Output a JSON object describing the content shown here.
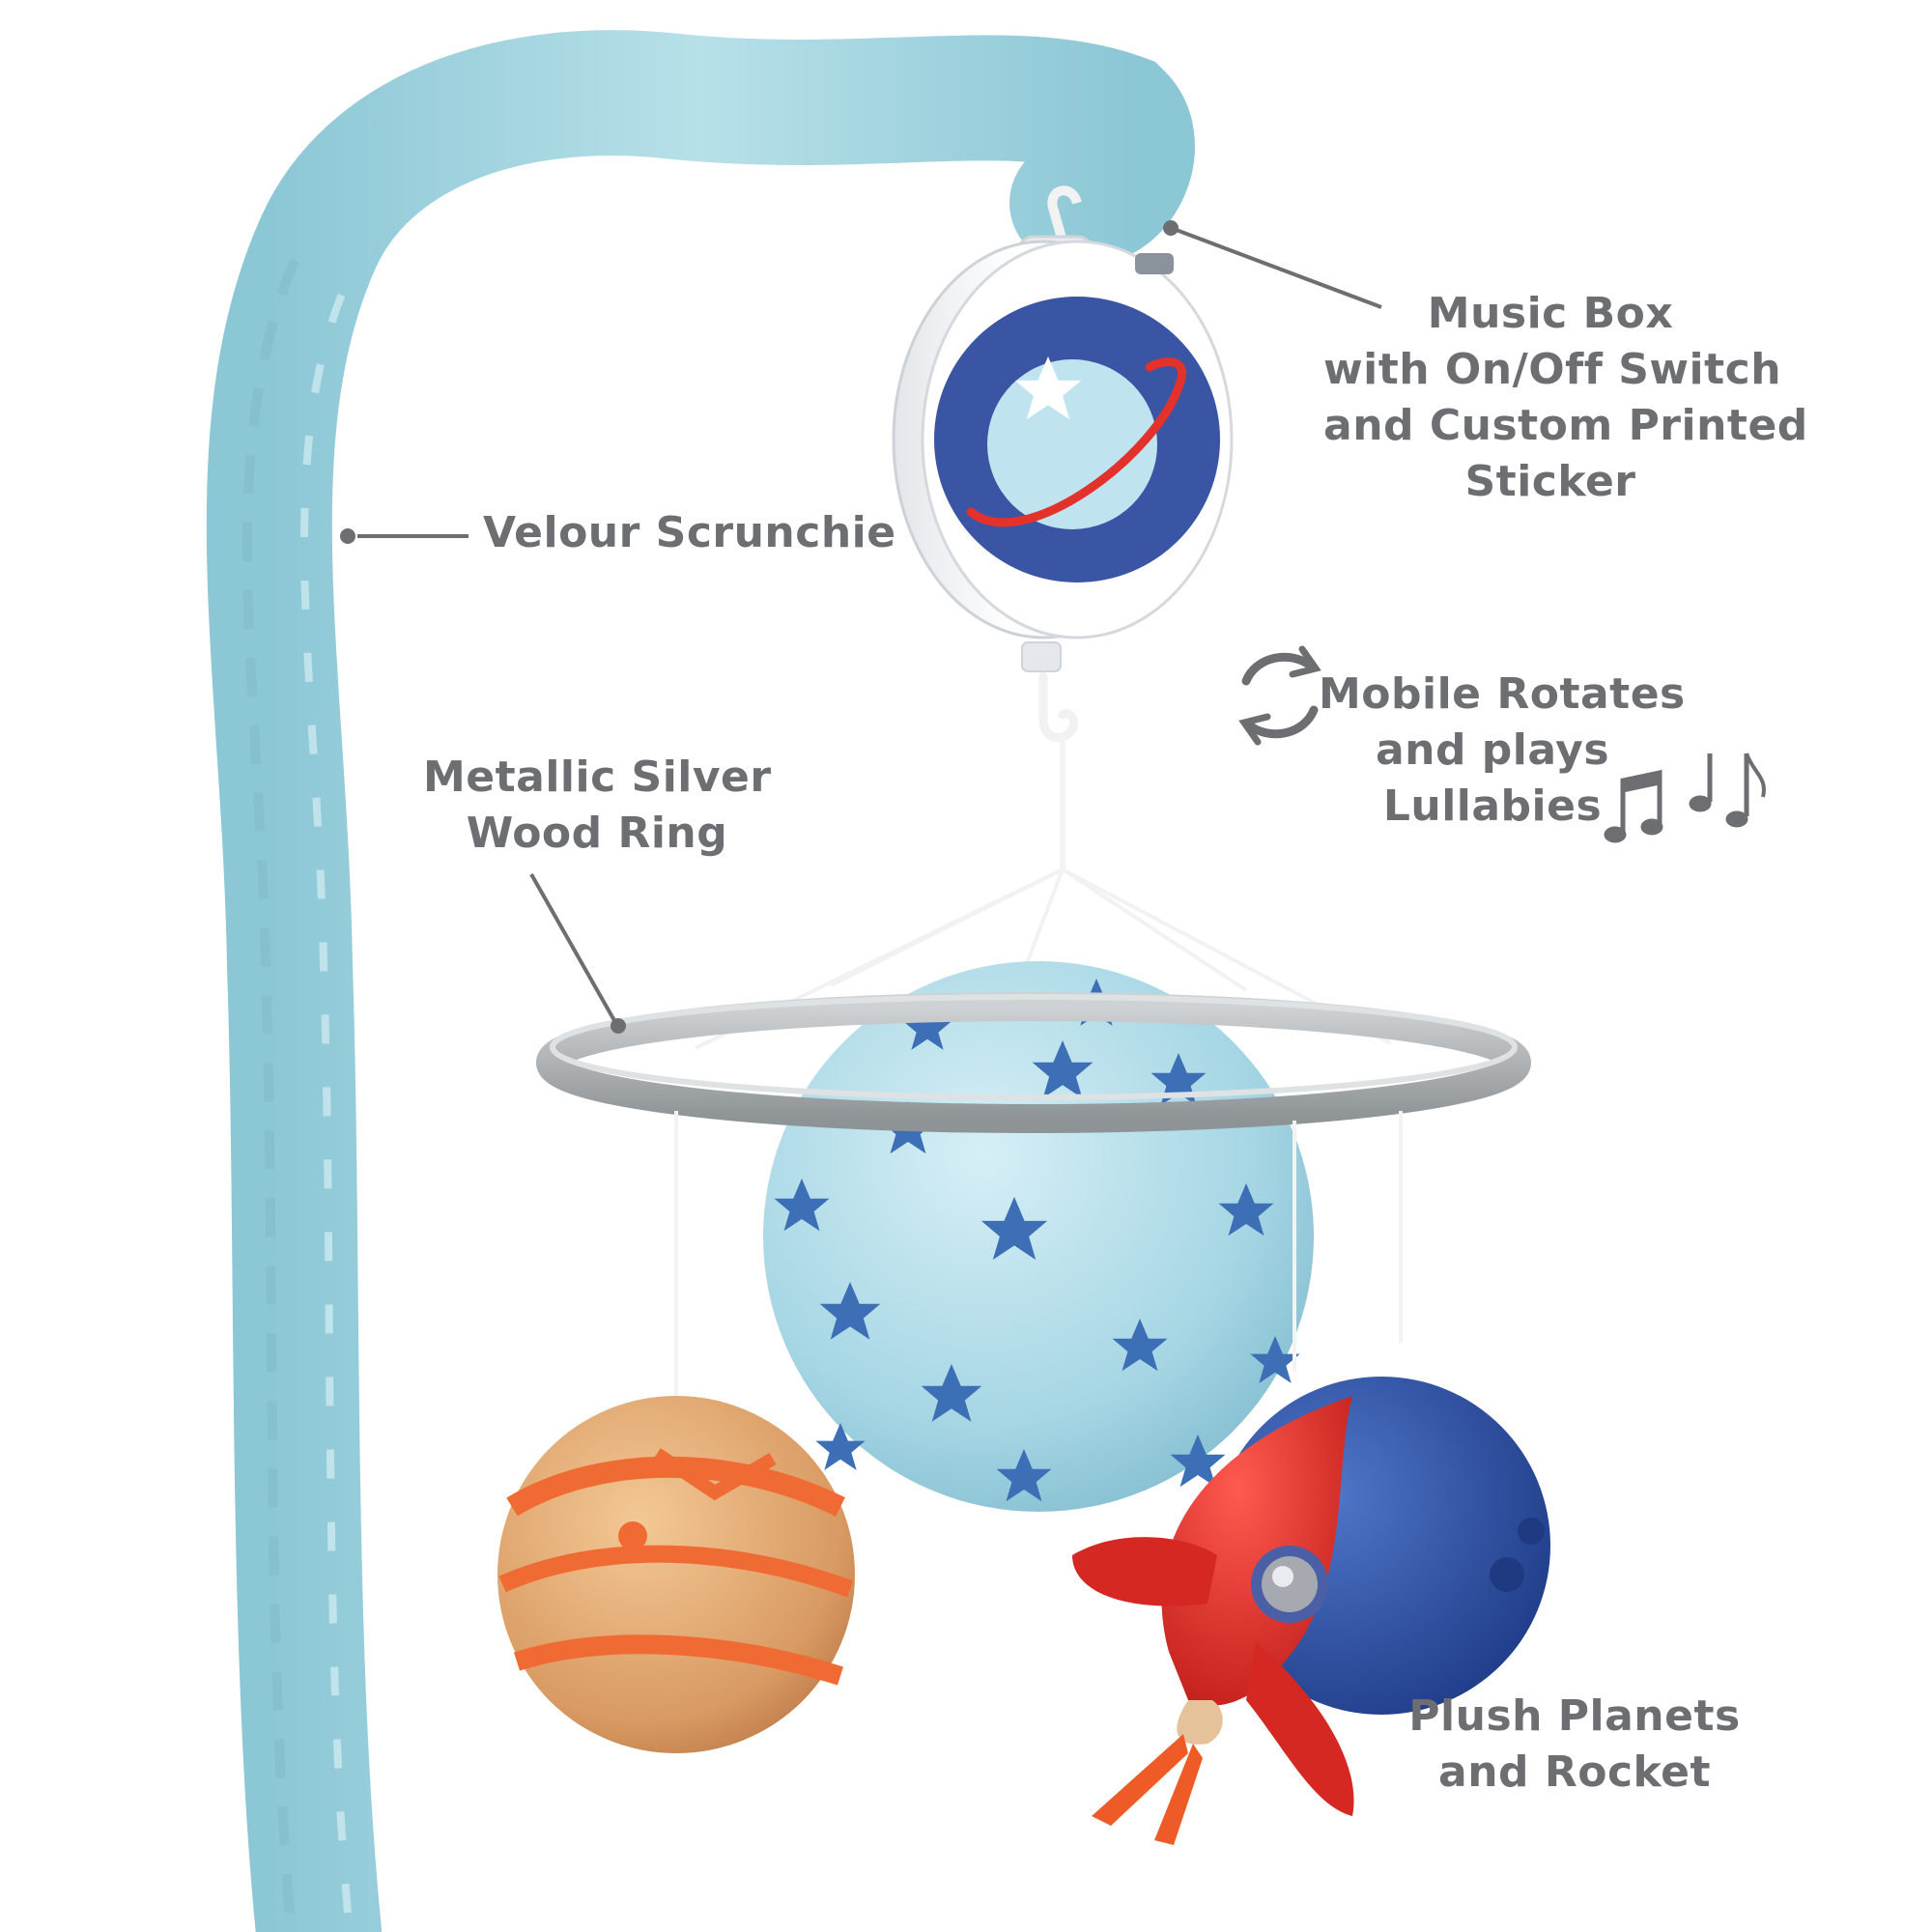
{
  "callouts": {
    "music_box": {
      "lines": [
        "Music Box",
        "with On/Off Switch",
        "and Custom Printed",
        "Sticker"
      ]
    },
    "velour": {
      "lines": [
        "Velour Scrunchie"
      ]
    },
    "ring": {
      "lines": [
        "Metallic Silver",
        "Wood Ring"
      ]
    },
    "rotate": {
      "lines": [
        "Mobile Rotates",
        "and plays",
        "Lullabies"
      ]
    },
    "plush": {
      "lines": [
        "Plush Planets",
        "and Rocket"
      ]
    }
  },
  "icons": {
    "rotate": "rotate-arrows-icon",
    "notes": "music-notes-icon"
  },
  "colors": {
    "label_text": "#6d6e71",
    "scrunchie": "#a9d9e3",
    "sticker_blue": "#3a55a4",
    "planet_light": "#bfe4ef",
    "star_blue": "#3c6fb5",
    "ring_silver": "#a8acae",
    "orange_planet": "#e8b07c",
    "orange_stripe": "#ef6b33",
    "blue_planet": "#2f53a6",
    "rocket_red": "#e02f2b"
  }
}
